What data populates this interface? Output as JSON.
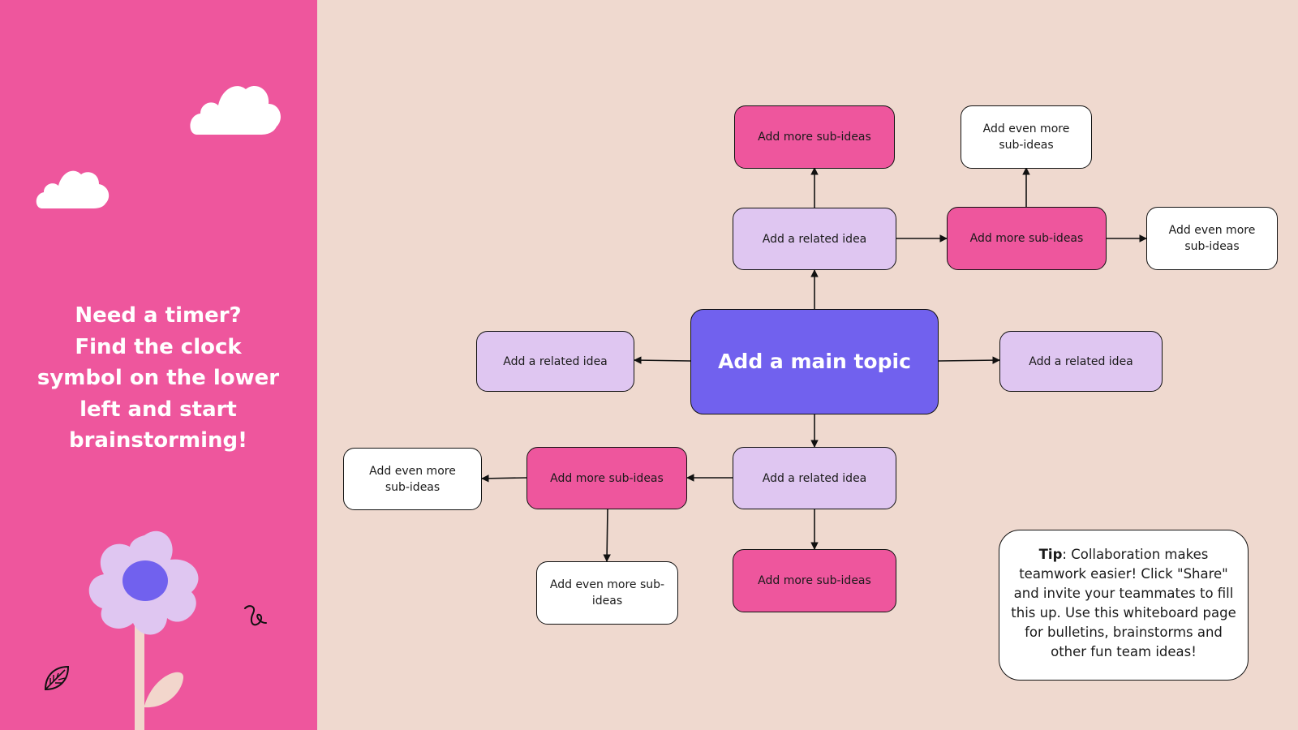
{
  "left_panel": {
    "timer_lines": [
      "Need a timer?",
      "Find the clock",
      "symbol on the lower",
      "left and start",
      "brainstorming!"
    ]
  },
  "mind_map": {
    "main_topic": "Add a main topic",
    "related_top": "Add a related idea",
    "related_left": "Add a related idea",
    "related_right": "Add a related idea",
    "related_bottom": "Add a related idea",
    "sub_top_a": "Add more sub-ideas",
    "sub_top_b": "Add more sub-ideas",
    "sub_bottom_left": "Add more sub-ideas",
    "sub_bottom": "Add more sub-ideas",
    "more_top": "Add even more sub-ideas",
    "more_right": "Add even more sub-ideas",
    "more_left": "Add even more sub-ideas",
    "more_bottom": "Add even more sub-ideas"
  },
  "tip": {
    "label": "Tip",
    "text": ": Collaboration makes teamwork easier! Click \"Share\" and invite your teammates to fill this up. Use this whiteboard page for bulletins, brainstorms and other fun team ideas!"
  },
  "colors": {
    "panel_pink": "#ee569d",
    "canvas_beige": "#efd9cf",
    "main_purple": "#7161ee",
    "related_lavender": "#dfc6f1",
    "sub_pink": "#ee569d",
    "more_white": "#ffffff"
  },
  "icons": [
    "cloud-icon",
    "flower-icon",
    "leaf-icon",
    "squiggle-icon"
  ]
}
